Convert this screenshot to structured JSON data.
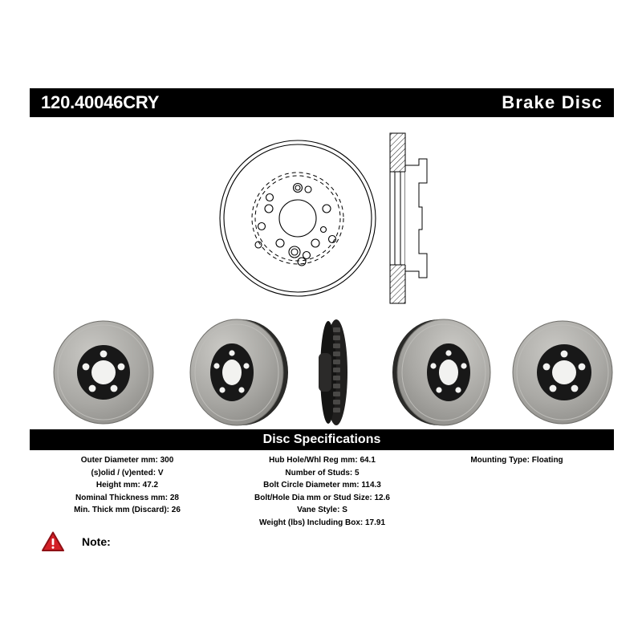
{
  "header": {
    "part_number": "120.40046CRY",
    "product_type": "Brake Disc"
  },
  "drawing": {
    "face_view_name": "rotor-face-technical-drawing",
    "section_view_name": "rotor-cross-section-drawing"
  },
  "photos": [
    {
      "name": "rotor-photo-front-face",
      "caption": ""
    },
    {
      "name": "rotor-photo-angled-left",
      "caption": ""
    },
    {
      "name": "rotor-photo-edge-vented",
      "caption": ""
    },
    {
      "name": "rotor-photo-angled-right",
      "caption": ""
    },
    {
      "name": "rotor-photo-front-face-alt",
      "caption": ""
    }
  ],
  "specifications": {
    "section_title": "Disc Specifications",
    "left_column": [
      {
        "label": "Outer Diameter mm:",
        "value": "300"
      },
      {
        "label": "(s)olid / (v)ented:",
        "value": "V"
      },
      {
        "label": "Height mm:",
        "value": "47.2"
      },
      {
        "label": "Nominal Thickness mm:",
        "value": "28"
      },
      {
        "label": "Min. Thick mm (Discard):",
        "value": "26"
      }
    ],
    "middle_column": [
      {
        "label": "Hub Hole/Whl Reg mm:",
        "value": "64.1"
      },
      {
        "label": "Number of Studs:",
        "value": "5"
      },
      {
        "label": "Bolt Circle Diameter mm:",
        "value": "114.3"
      },
      {
        "label": "Bolt/Hole Dia mm or Stud Size:",
        "value": "12.6"
      },
      {
        "label": "Vane Style:",
        "value": "S"
      },
      {
        "label": "Weight (lbs) Including Box:",
        "value": "17.91"
      }
    ],
    "right_column": [
      {
        "label": "Mounting Type:",
        "value": "Floating"
      }
    ]
  },
  "note": {
    "icon": "warning-triangle-icon",
    "label": "Note:",
    "text": ""
  },
  "colors": {
    "bar_background": "#000000",
    "bar_text": "#ffffff",
    "page_background": "#ffffff",
    "body_text": "#000000",
    "warning_red": "#d42027",
    "warning_red_dark": "#8f1015",
    "rotor_face_gray": "#a6a5a1",
    "rotor_hat_black": "#1c1c1c"
  }
}
